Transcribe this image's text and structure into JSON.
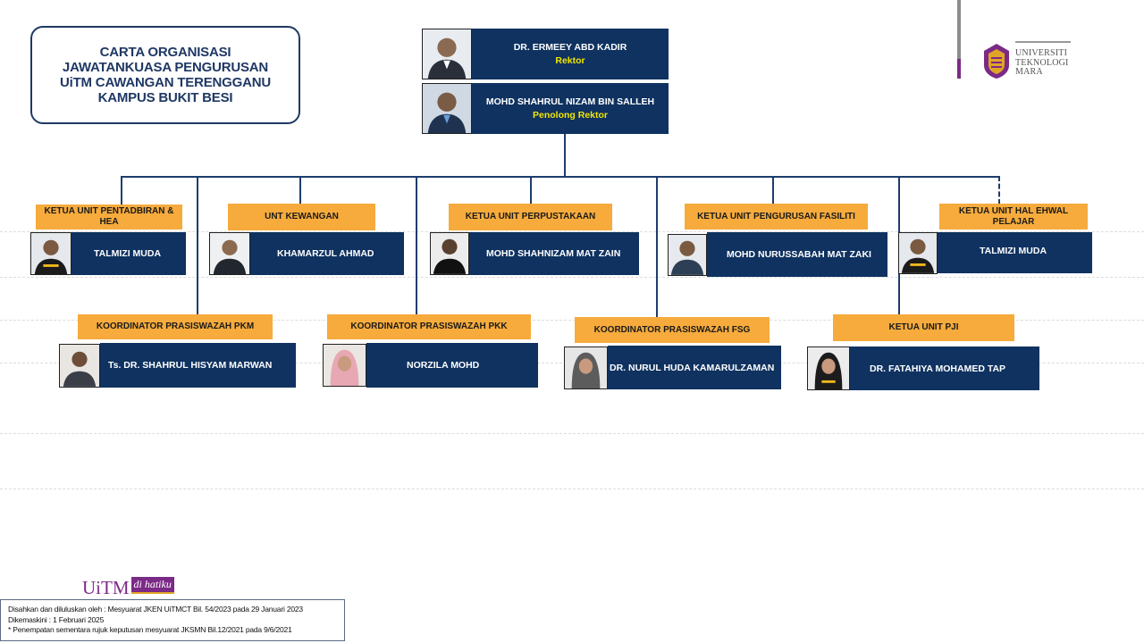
{
  "title_lines": [
    "CARTA ORGANISASI",
    "JAWATANKUASA PENGURUSAN",
    "UiTM CAWANGAN TERENGGANU",
    "KAMPUS BUKIT BESI"
  ],
  "colors": {
    "navy": "#0f3260",
    "orange": "#f6ab3c",
    "yellow_text": "#f2e600",
    "logo_purple": "#7b2a86",
    "logo_gold": "#e0a526"
  },
  "top": [
    {
      "name": "DR. ERMEEY  ABD KADIR",
      "role": "Rektor"
    },
    {
      "name": "MOHD SHAHRUL  NIZAM BIN  SALLEH",
      "role": "Penolong Rektor"
    }
  ],
  "units_row1": [
    {
      "label": "KETUA UNIT PENTADBIRAN & HEA",
      "name": "TALMIZI MUDA"
    },
    {
      "label": "UNT KEWANGAN",
      "name": "KHAMARZUL AHMAD"
    },
    {
      "label": "KETUA UNIT PERPUSTAKAAN",
      "name": "MOHD SHAHNIZAM MAT ZAIN"
    },
    {
      "label": "KETUA UNIT PENGURUSAN FASILITI",
      "name": "MOHD NURUSSABAH MAT ZAKI"
    },
    {
      "label": "KETUA UNIT HAL EHWAL PELAJAR",
      "name": "TALMIZI MUDA"
    }
  ],
  "units_row2": [
    {
      "label": "KOORDINATOR  PRASISWAZAH PKM",
      "name": "Ts. DR. SHAHRUL  HISYAM MARWAN"
    },
    {
      "label": "KOORDINATOR  PRASISWAZAH PKK",
      "name": "NORZILA MOHD"
    },
    {
      "label": "KOORDINATOR  PRASISWAZAH FSG",
      "name": "DR. NURUL  HUDA  KAMARULZAMAN"
    },
    {
      "label": "KETUA UNIT PJI",
      "name": "DR. FATAHIYA MOHAMED TAP"
    }
  ],
  "logo": {
    "line1": "UNIVERSITI",
    "line2": "TEKNOLOGI",
    "line3": "MARA",
    "slogan_main": "UiTM",
    "slogan_tag": "di hatiku"
  },
  "footer_lines": [
    "Disahkan dan diluluskan oleh : Mesyuarat JKEN UiTMCT Bil. 54/2023 pada 29 Januari 2023",
    "Dikemaskini : 1 Februari 2025",
    "* Penempatan sementara rujuk keputusan mesyuarat JKSMN Bil.12/2021 pada 9/6/2021"
  ]
}
